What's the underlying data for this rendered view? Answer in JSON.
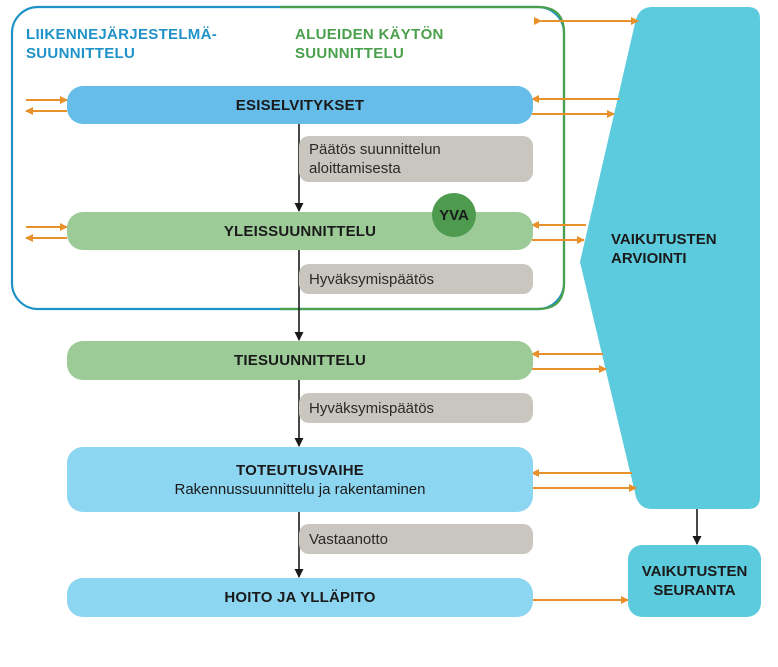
{
  "zones": {
    "transport_system_label": "LIIKENNEJÄRJESTELMÄ-\nSUUNNITTELU",
    "land_use_label": "ALUEIDEN KÄYTÖN\nSUUNNITTELU"
  },
  "stages": {
    "preliminary": "ESISELVITYKSET",
    "general_plan": "YLEISSUUNNITTELU",
    "road_plan": "TIESUUNNITTELU",
    "implementation": "TOTEUTUSVAIHE",
    "implementation_sub": "Rakennussuunnittelu ja rakentaminen",
    "maintenance": "HOITO JA YLLÄPITO"
  },
  "decisions": {
    "start_decision": "Päätös suunnittelun\naloittamisesta",
    "approval_1": "Hyväksymispäätös",
    "approval_2": "Hyväksymispäätös",
    "acceptance": "Vastaanotto"
  },
  "badges": {
    "yva": "YVA"
  },
  "impact": {
    "assessment": "VAIKUTUSTEN\nARVIOINTI",
    "monitoring": "VAIKUTUSTEN\nSEURANTA"
  },
  "colors": {
    "zone_blue": "#1f93c8",
    "zone_green": "#4aa04c",
    "stage_blue_dark": "#66bde9",
    "stage_green": "#9ccb98",
    "stage_blue_light": "#8dd6f1",
    "decision_grey": "#c9c5bf",
    "impact_teal": "#5ccbdd",
    "arrow_orange": "#e8902a"
  }
}
